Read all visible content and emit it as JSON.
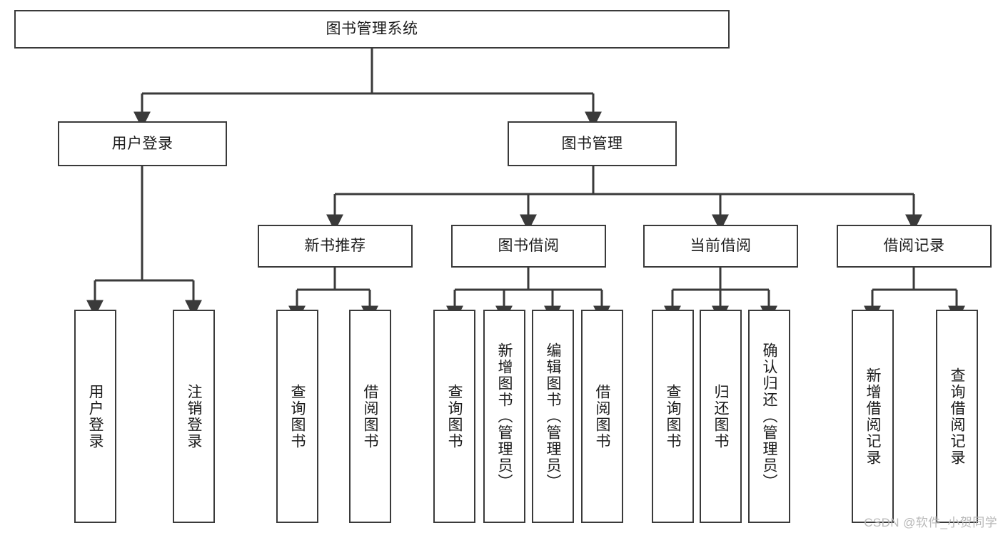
{
  "diagram": {
    "title": "图书管理系统",
    "type": "tree",
    "watermark": "CSDN @软件_小贺同学",
    "colors": {
      "box_border": "#3a3a3a",
      "box_fill": "#ffffff",
      "connector": "#3a3a3a",
      "text": "#1b1b1b",
      "watermark": "#b9b9b9",
      "background": "#ffffff"
    },
    "nodes": {
      "root": {
        "label": "图书管理系统",
        "level": 0
      },
      "l1": [
        {
          "id": "user_login",
          "label": "用户登录",
          "level": 1
        },
        {
          "id": "book_mgmt",
          "label": "图书管理",
          "level": 1
        }
      ],
      "l2": [
        {
          "id": "new_book_rec",
          "label": "新书推荐",
          "level": 2,
          "parent": "book_mgmt"
        },
        {
          "id": "book_borrow",
          "label": "图书借阅",
          "level": 2,
          "parent": "book_mgmt"
        },
        {
          "id": "current_borrow",
          "label": "当前借阅",
          "level": 2,
          "parent": "book_mgmt"
        },
        {
          "id": "borrow_record",
          "label": "借阅记录",
          "level": 2,
          "parent": "book_mgmt"
        }
      ],
      "leaves": [
        {
          "id": "leaf_user_login",
          "label": "用户登录",
          "parent": "user_login"
        },
        {
          "id": "leaf_user_logout",
          "label": "注销登录",
          "parent": "user_login"
        },
        {
          "id": "leaf_query_book_1",
          "label": "查询图书",
          "parent": "new_book_rec"
        },
        {
          "id": "leaf_borrow_book_1",
          "label": "借阅图书",
          "parent": "new_book_rec"
        },
        {
          "id": "leaf_query_book_2",
          "label": "查询图书",
          "parent": "book_borrow"
        },
        {
          "id": "leaf_add_book",
          "label": "新增图书（管理员）",
          "parent": "book_borrow"
        },
        {
          "id": "leaf_edit_book",
          "label": "编辑图书（管理员）",
          "parent": "book_borrow"
        },
        {
          "id": "leaf_borrow_book_2",
          "label": "借阅图书",
          "parent": "book_borrow"
        },
        {
          "id": "leaf_query_book_3",
          "label": "查询图书",
          "parent": "current_borrow"
        },
        {
          "id": "leaf_return_book",
          "label": "归还图书",
          "parent": "current_borrow"
        },
        {
          "id": "leaf_confirm_return",
          "label": "确认归还（管理员）",
          "parent": "current_borrow"
        },
        {
          "id": "leaf_add_record",
          "label": "新增借阅记录",
          "parent": "borrow_record"
        },
        {
          "id": "leaf_query_record",
          "label": "查询借阅记录",
          "parent": "borrow_record"
        }
      ]
    }
  }
}
